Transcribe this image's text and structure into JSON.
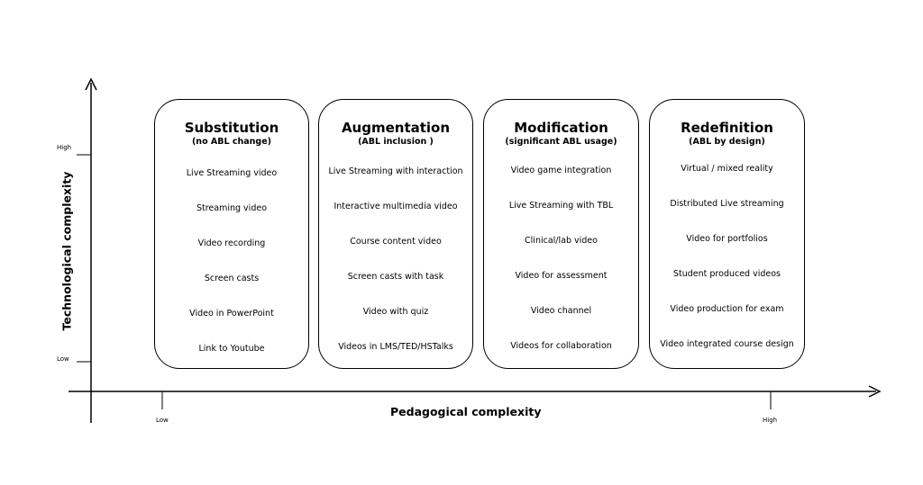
{
  "axes": {
    "x_label": "Pedagogical complexity",
    "y_label": "Technological complexity",
    "x_low": "Low",
    "x_high": "High",
    "y_low": "Low",
    "y_high": "High"
  },
  "stages": [
    {
      "title": "Substitution",
      "subtitle": "(no ABL change)",
      "items": [
        "Live Streaming video",
        "Streaming video",
        "Video recording",
        "Screen casts",
        "Video in PowerPoint",
        "Link to Youtube"
      ]
    },
    {
      "title": "Augmentation",
      "subtitle": "(ABL inclusion )",
      "items": [
        "Live Streaming with interaction",
        "Interactive multimedia video",
        "Course content video",
        "Screen casts with task",
        "Video with quiz",
        "Videos in LMS/TED/HSTalks"
      ]
    },
    {
      "title": "Modification",
      "subtitle": "(significant ABL usage)",
      "items": [
        "Video game integration",
        "Live Streaming with TBL",
        "Clinical/lab video",
        "Video for assessment",
        "Video channel",
        "Videos for collaboration"
      ]
    },
    {
      "title": "Redefinition",
      "subtitle": "(ABL by design)",
      "items": [
        "Virtual / mixed reality",
        "Distributed Live streaming",
        "Video for portfolios",
        "Student produced videos",
        "Video production for exam",
        "Video integrated course design"
      ]
    }
  ]
}
